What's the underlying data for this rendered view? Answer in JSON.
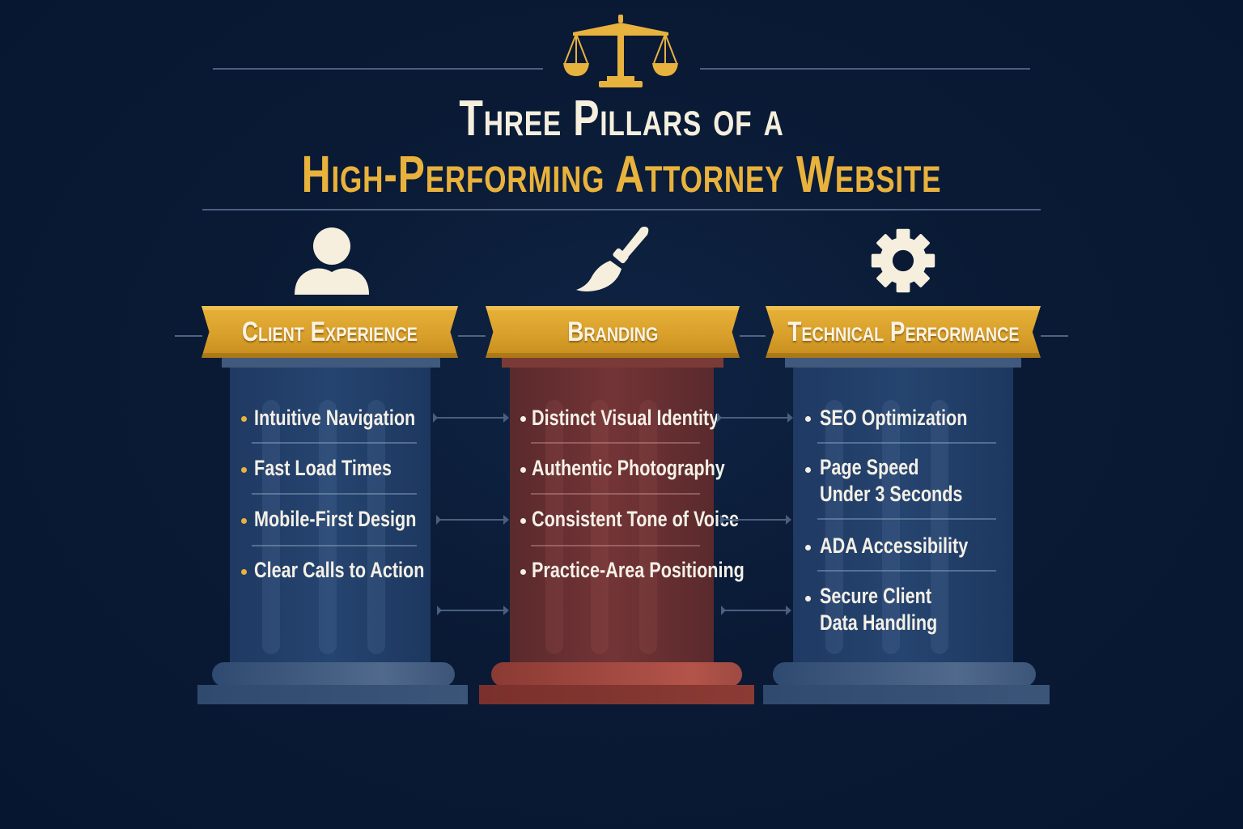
{
  "header": {
    "title_line1": "Three Pillars of a",
    "title_line2": "High-Performing Attorney Website",
    "emblem": "scales-of-justice-icon"
  },
  "colors": {
    "background": "#0a1a35",
    "gold": "#e4ae38",
    "cream": "#f6efde",
    "pillar_blue": "#23416b",
    "pillar_red": "#6b3133"
  },
  "pillars": [
    {
      "title": "Client Experience",
      "icon": "person-icon",
      "theme": "blue",
      "items": [
        "Intuitive Navigation",
        "Fast Load Times",
        "Mobile-First Design",
        "Clear Calls to Action"
      ]
    },
    {
      "title": "Branding",
      "icon": "paintbrush-icon",
      "theme": "red",
      "items": [
        "Distinct Visual Identity",
        "Authentic Photography",
        "Consistent Tone of Voice",
        "Practice-Area Positioning"
      ]
    },
    {
      "title": "Technical Performance",
      "icon": "gear-icon",
      "theme": "blue",
      "items": [
        "SEO Optimization",
        "Page Speed Under 3 Seconds",
        "ADA Accessibility",
        "Secure Client Data Handling"
      ],
      "items_display": [
        [
          "SEO Optimization"
        ],
        [
          "Page Speed",
          "Under 3 Seconds"
        ],
        [
          "ADA Accessibility"
        ],
        [
          "Secure Client",
          "Data Handling"
        ]
      ]
    }
  ]
}
